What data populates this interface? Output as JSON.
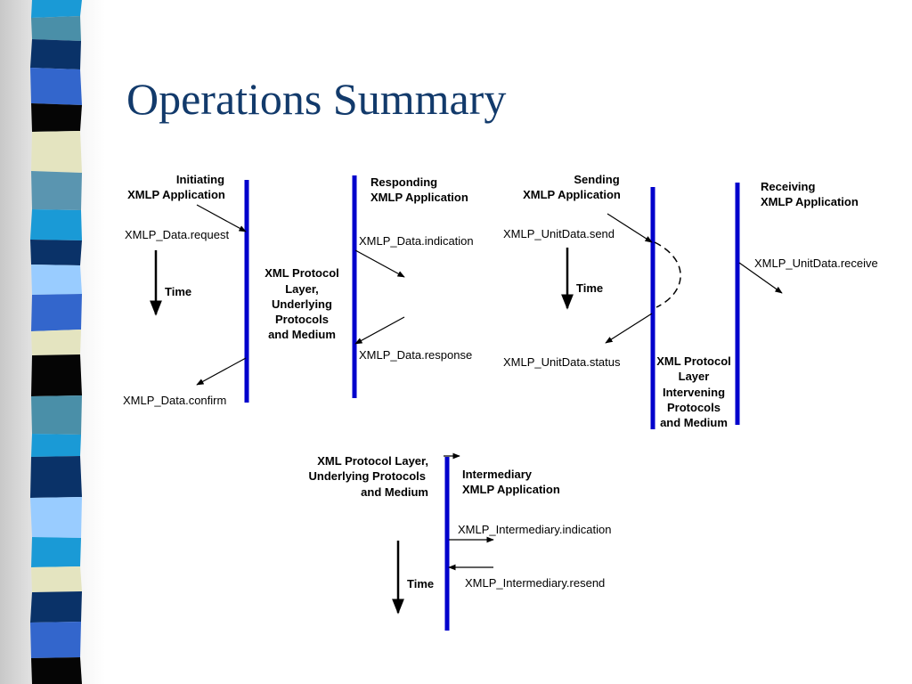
{
  "title": "Operations Summary",
  "colors": {
    "title": "#123a6b",
    "timeline": "#0000cc"
  },
  "diagram1": {
    "initiating": [
      "Initiating",
      "XMLP Application"
    ],
    "responding": [
      "Responding",
      "XMLP Application"
    ],
    "layer": [
      "XML Protocol",
      "Layer,",
      "Underlying",
      "Protocols",
      "and Medium"
    ],
    "request": "XMLP_Data.request",
    "indication": "XMLP_Data.indication",
    "response": "XMLP_Data.response",
    "confirm": "XMLP_Data.confirm",
    "time": "Time"
  },
  "diagram2": {
    "sending": [
      "Sending",
      "XMLP Application"
    ],
    "receiving": [
      "Receiving",
      "XMLP Application"
    ],
    "send": "XMLP_UnitData.send",
    "receive": "XMLP_UnitData.receive",
    "status": "XMLP_UnitData.status",
    "time": "Time",
    "layer": [
      "XML Protocol",
      "Layer",
      "Intervening",
      "Protocols",
      "and Medium"
    ]
  },
  "diagram3": {
    "layer": [
      "XML Protocol Layer,",
      "Underlying Protocols",
      "and Medium"
    ],
    "intermediary": [
      "Intermediary",
      "XMLP Application"
    ],
    "indication": "XMLP_Intermediary.indication",
    "resend": "XMLP_Intermediary.resend",
    "time": "Time"
  }
}
